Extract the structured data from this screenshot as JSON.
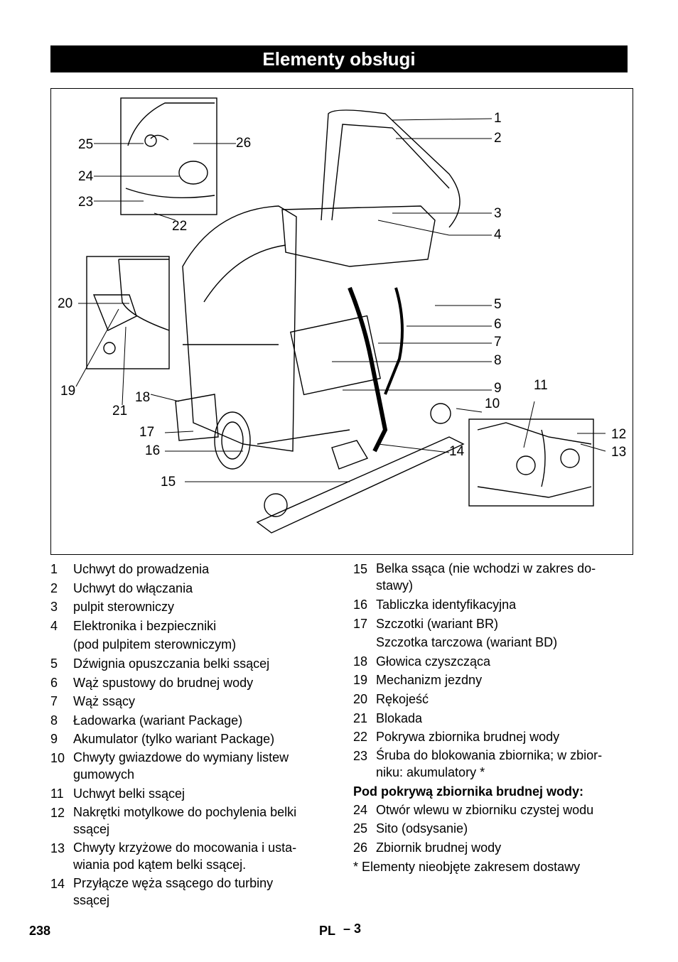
{
  "header": {
    "title": "Elementy obsługi"
  },
  "figure": {
    "callouts": [
      "1",
      "2",
      "3",
      "4",
      "5",
      "6",
      "7",
      "8",
      "9",
      "10",
      "11",
      "12",
      "13",
      "14",
      "15",
      "16",
      "17",
      "18",
      "19",
      "20",
      "21",
      "22",
      "23",
      "24",
      "25",
      "26"
    ]
  },
  "legend": {
    "left": [
      {
        "num": "1",
        "text": "Uchwyt do prowadzenia"
      },
      {
        "num": "2",
        "text": "Uchwyt do włączania"
      },
      {
        "num": "3",
        "text": "pulpit sterowniczy"
      },
      {
        "num": "4",
        "text": "Elektronika i bezpieczniki",
        "text2": "(pod pulpitem sterowniczym)"
      },
      {
        "num": "5",
        "text": "Dźwignia opuszczania belki ssącej"
      },
      {
        "num": "6",
        "text": "Wąż spustowy do brudnej wody"
      },
      {
        "num": "7",
        "text": "Wąż ssący"
      },
      {
        "num": "8",
        "text": "Ładowarka (wariant Package)"
      },
      {
        "num": "9",
        "text": "Akumulator (tylko wariant Package)"
      },
      {
        "num": "10",
        "text": "Chwyty gwiazdowe do wymiany listew",
        "text2": "gumowych"
      },
      {
        "num": "11",
        "text": "Uchwyt belki ssącej"
      },
      {
        "num": "12",
        "text": "Nakrętki motylkowe do pochylenia belki",
        "text2": "ssącej"
      },
      {
        "num": "13",
        "text": "Chwyty krzyżowe do mocowania i usta-",
        "text2": "wiania pod kątem belki ssącej."
      },
      {
        "num": "14",
        "text": "Przyłącze węża ssącego do turbiny",
        "text2": "ssącej"
      }
    ],
    "right": [
      {
        "num": "15",
        "text": "Belka ssąca (nie wchodzi w zakres do-",
        "text2": "stawy)"
      },
      {
        "num": "16",
        "text": "Tabliczka identyfikacyjna"
      },
      {
        "num": "17",
        "text": "Szczotki (wariant BR)",
        "text2": "Szczotka tarczowa (wariant BD)"
      },
      {
        "num": "18",
        "text": "Głowica czyszcząca"
      },
      {
        "num": "19",
        "text": "Mechanizm jezdny"
      },
      {
        "num": "20",
        "text": "Rękojeść"
      },
      {
        "num": "21",
        "text": "Blokada"
      },
      {
        "num": "22",
        "text": "Pokrywa zbiornika brudnej wody"
      },
      {
        "num": "23",
        "text": "Śruba do blokowania zbiornika; w zbior-",
        "text2": "niku: akumulatory *"
      }
    ],
    "subheading": "Pod pokrywą zbiornika brudnej wody:",
    "right2": [
      {
        "num": "24",
        "text": "Otwór wlewu w zbiorniku czystej wodu"
      },
      {
        "num": "25",
        "text": "Sito (odsysanie)"
      },
      {
        "num": "26",
        "text": "Zbiornik brudnej wody"
      }
    ],
    "footnote": "* Elementy nieobjęte zakresem dostawy"
  },
  "footer": {
    "page_number": "238",
    "language": "PL",
    "section": "– 3"
  }
}
